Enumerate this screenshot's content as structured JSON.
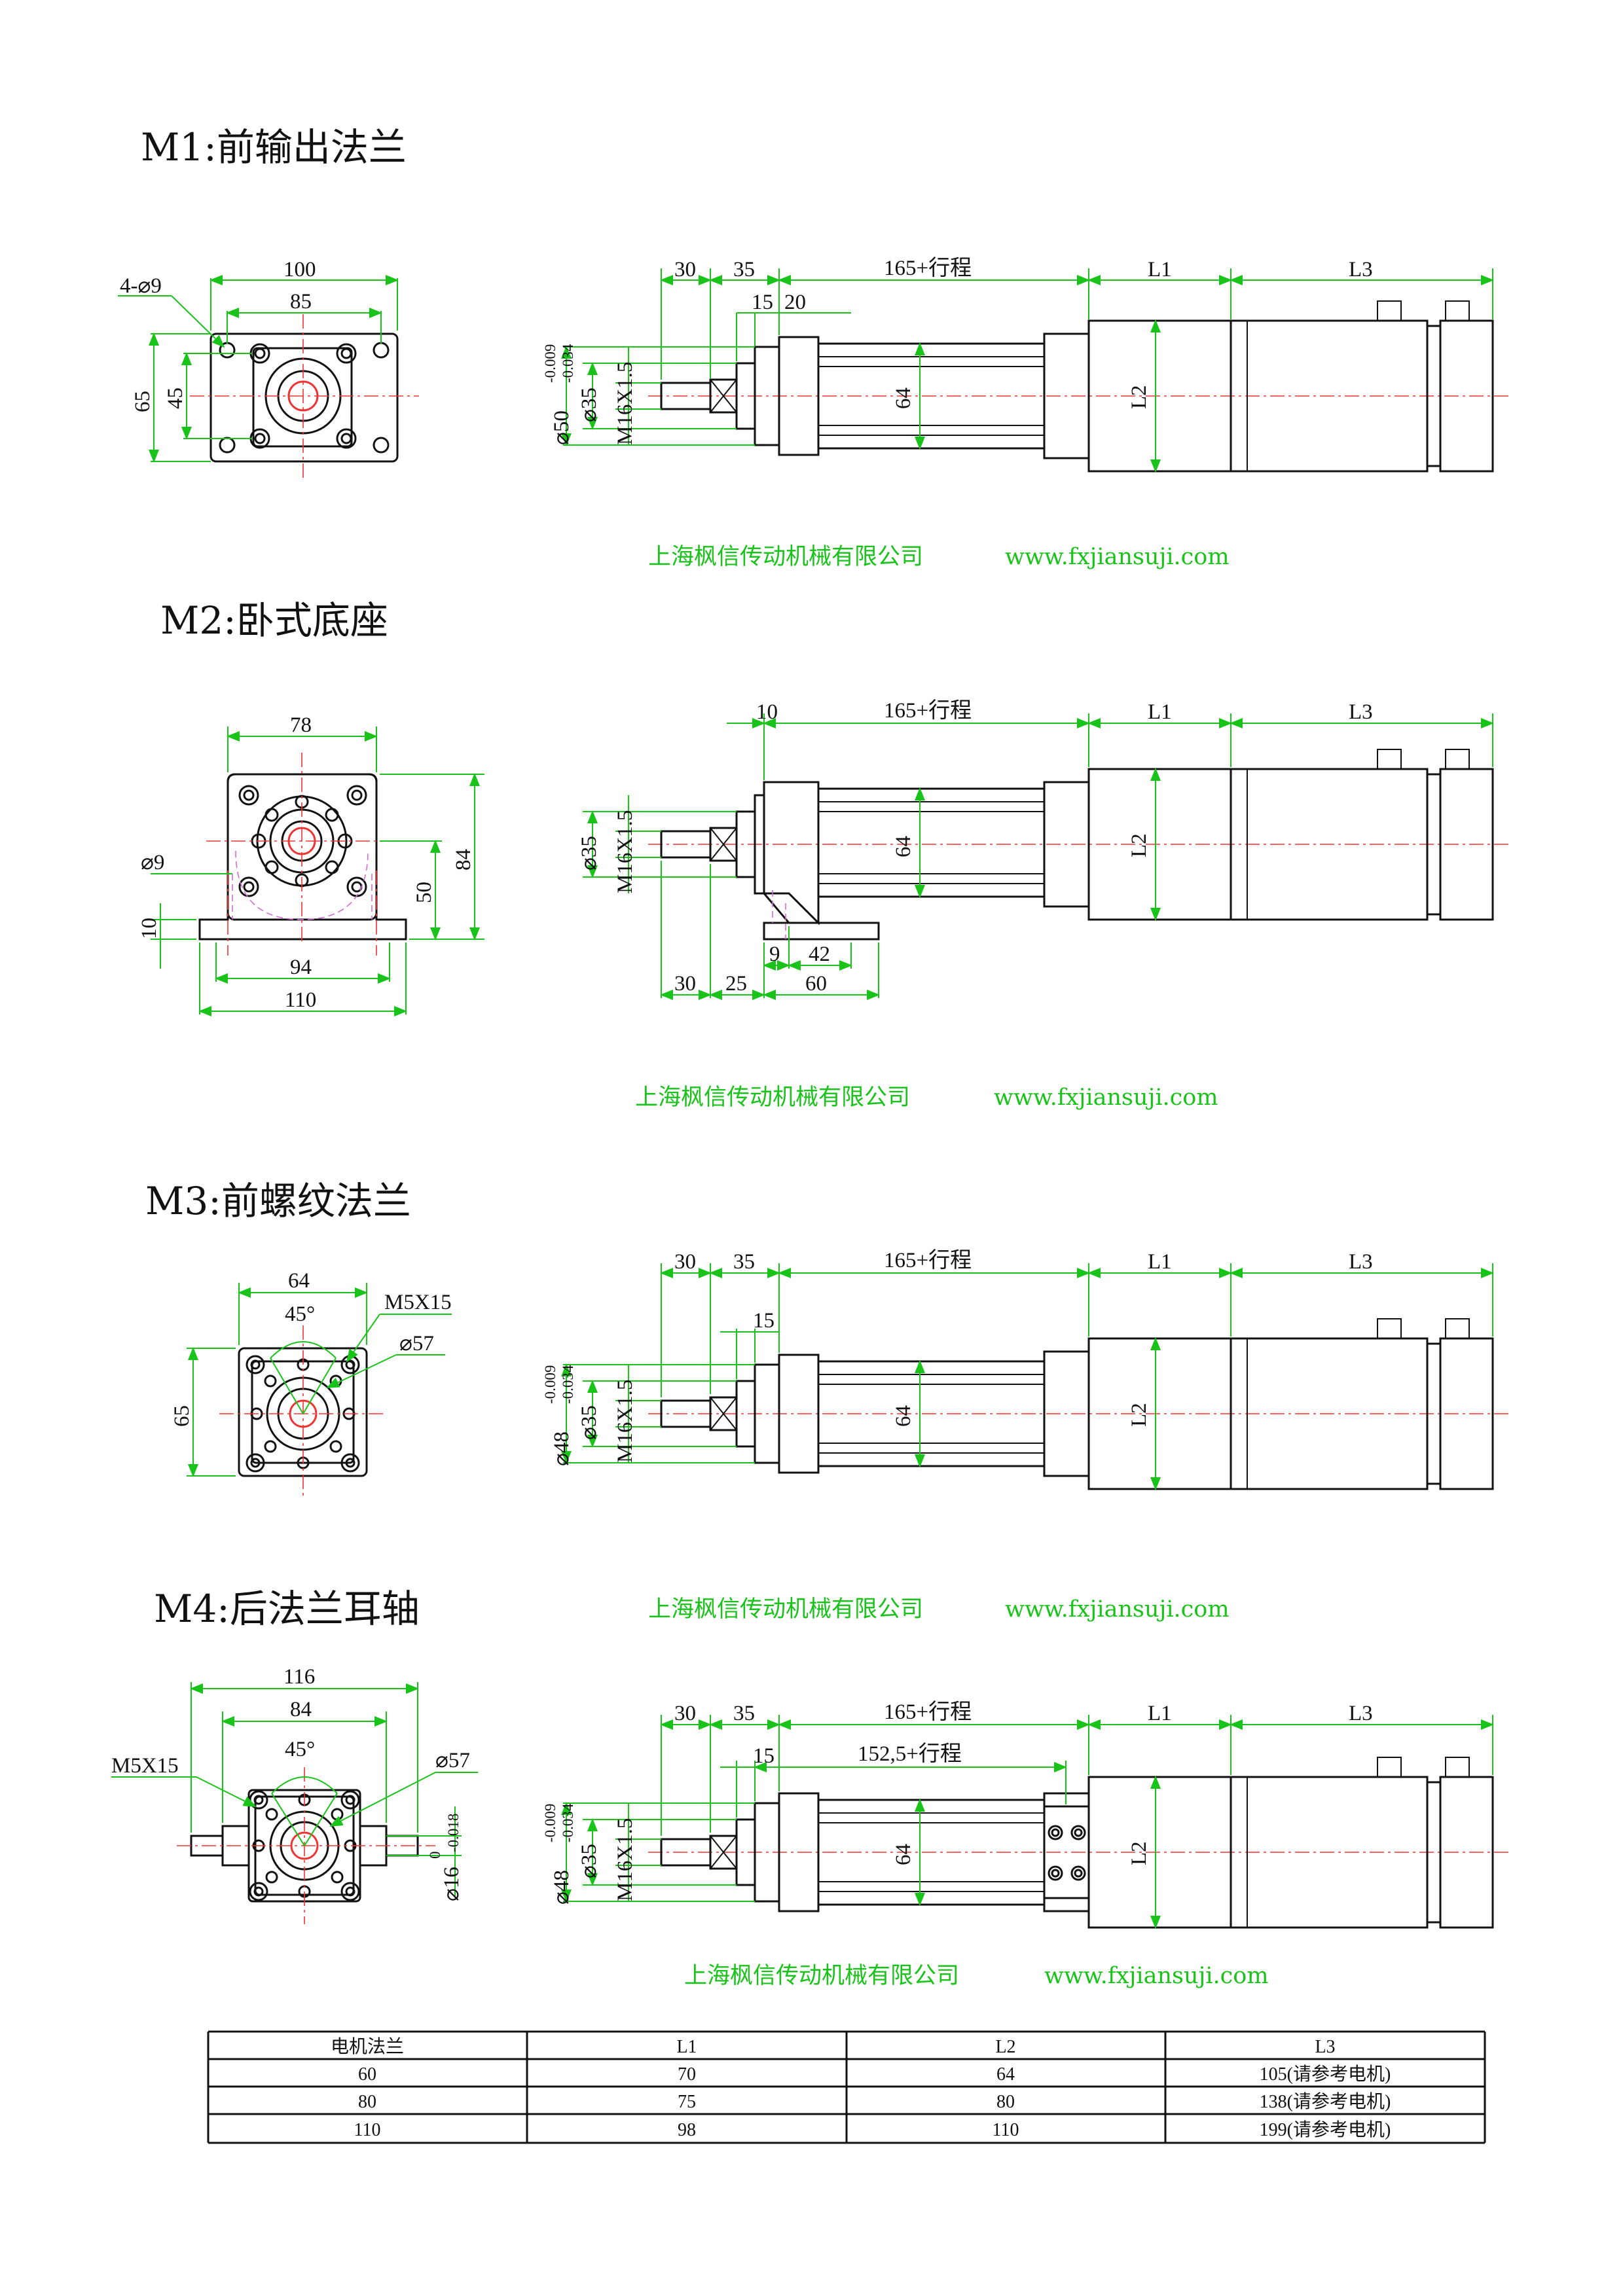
{
  "sections": [
    {
      "title": "M1:前输出法兰"
    },
    {
      "title": "M2:卧式底座"
    },
    {
      "title": "M3:前螺纹法兰"
    },
    {
      "title": "M4:后法兰耳轴"
    }
  ],
  "company": {
    "name": "上海枫信传动机械有限公司",
    "url": "www.fxjiansuji.com"
  },
  "m1": {
    "front": {
      "hole": "4-⌀9",
      "w100": "100",
      "w85": "85",
      "h65": "65",
      "h45": "45"
    },
    "side": {
      "d30": "30",
      "d35": "35",
      "stroke": "165+行程",
      "l1": "L1",
      "l3": "L3",
      "d15": "15",
      "d20": "20",
      "phi50": "⌀50",
      "tol_up": "-0.009",
      "tol_dn": "-0.034",
      "phi35": "⌀35",
      "thread": "M16X1.5",
      "d64": "64",
      "l2": "L2"
    }
  },
  "m2": {
    "front": {
      "w78": "78",
      "phi9": "⌀9",
      "h10": "10",
      "w94": "94",
      "w110": "110",
      "h50": "50",
      "h84": "84"
    },
    "side": {
      "d10": "10",
      "stroke": "165+行程",
      "l1": "L1",
      "l3": "L3",
      "phi35": "⌀35",
      "thread": "M16X1.5",
      "d64": "64",
      "l2": "L2",
      "d9": "9",
      "d42": "42",
      "d30": "30",
      "d25": "25",
      "d60": "60"
    }
  },
  "m3": {
    "front": {
      "w64": "64",
      "deg": "45°",
      "m5": "M5X15",
      "phi57": "⌀57",
      "h65": "65"
    },
    "side": {
      "d30": "30",
      "d35": "35",
      "stroke": "165+行程",
      "l1": "L1",
      "l3": "L3",
      "d15": "15",
      "phi48": "⌀48",
      "tol_up": "-0.009",
      "tol_dn": "-0.034",
      "phi35": "⌀35",
      "thread": "M16X1.5",
      "d64": "64",
      "l2": "L2"
    }
  },
  "m4": {
    "front": {
      "w116": "116",
      "w84": "84",
      "deg": "45°",
      "m5": "M5X15",
      "phi57": "⌀57",
      "phi16": "⌀16",
      "tol_up": "0",
      "tol_dn": "-0.018"
    },
    "side": {
      "d30": "30",
      "d35": "35",
      "stroke": "165+行程",
      "l1": "L1",
      "l3": "L3",
      "d15": "15",
      "stroke2": "152,5+行程",
      "phi48": "⌀48",
      "tol_up": "-0.009",
      "tol_dn": "-0.034",
      "phi35": "⌀35",
      "thread": "M16X1.5",
      "d64": "64",
      "l2": "L2"
    }
  },
  "table": {
    "headers": [
      "电机法兰",
      "L1",
      "L2",
      "L3"
    ],
    "rows": [
      [
        "60",
        "70",
        "64",
        "105(请参考电机)"
      ],
      [
        "80",
        "75",
        "80",
        "138(请参考电机)"
      ],
      [
        "110",
        "98",
        "110",
        "199(请参考电机)"
      ]
    ]
  }
}
